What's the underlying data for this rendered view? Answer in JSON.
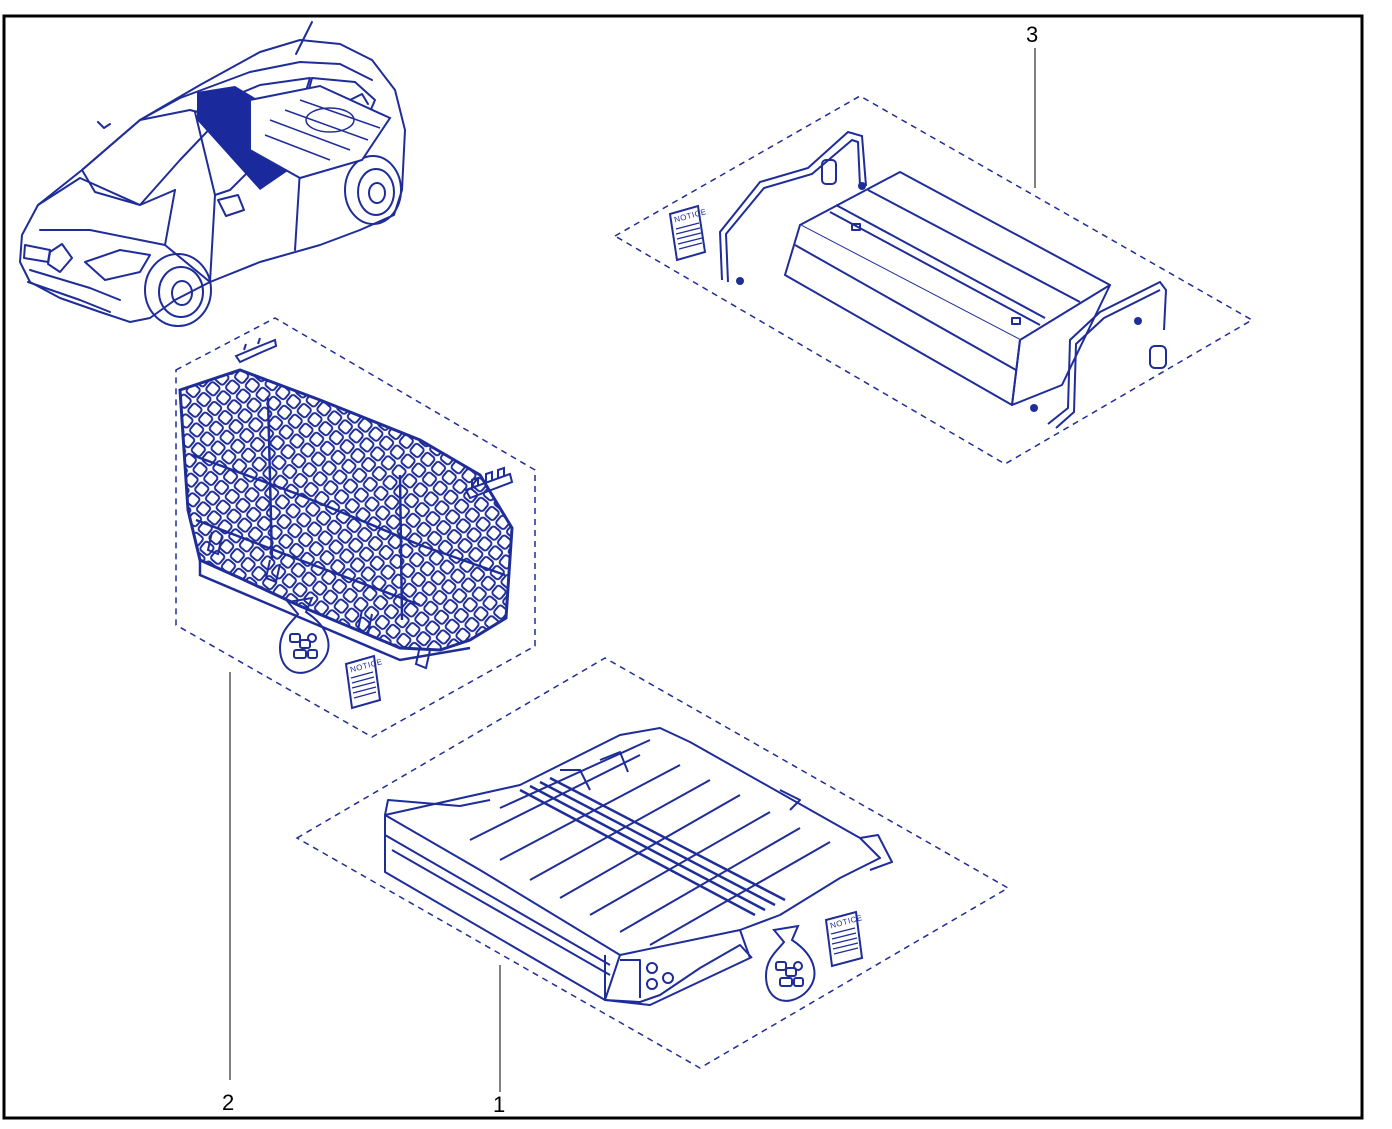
{
  "colors": {
    "frame": "#000000",
    "line": "#1f2d99",
    "accent": "#1a2a9c",
    "paper": "#ffffff"
  },
  "callouts": {
    "item_1": "1",
    "item_2": "2",
    "item_3": "3"
  },
  "booklets": {
    "notice_label": "NOTICE"
  },
  "icons": [
    "car-outline-icon",
    "cargo-net-icon",
    "cargo-floor-icon",
    "luggage-cover-icon",
    "hardware-bag-icon",
    "notice-booklet-icon",
    "hook-bracket-icon",
    "screw-icon"
  ]
}
